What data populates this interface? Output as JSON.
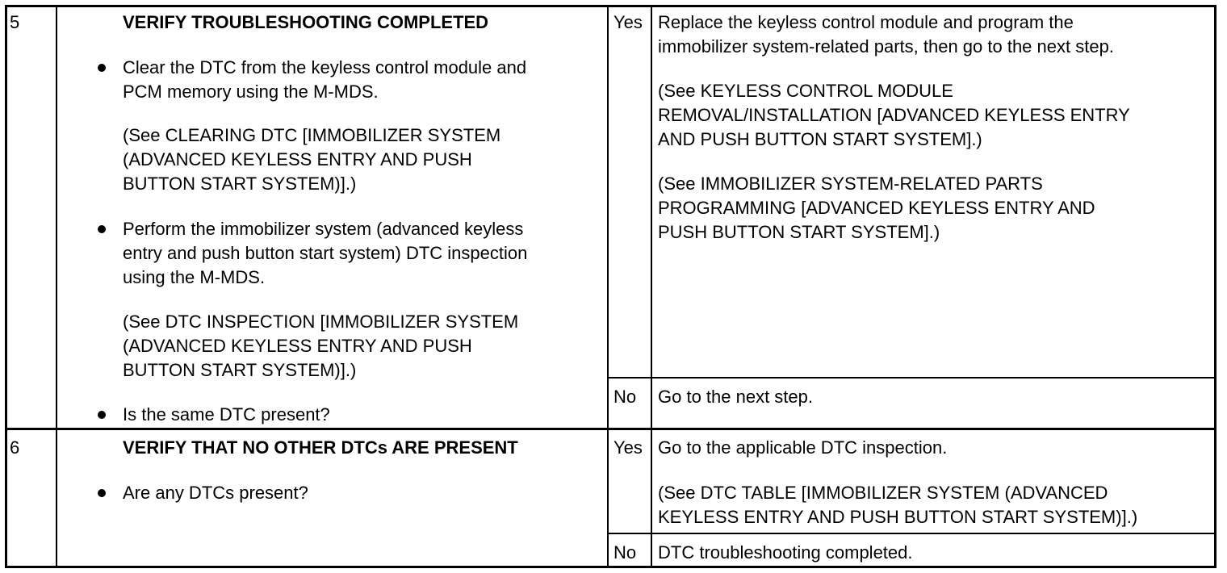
{
  "steps": [
    {
      "number": "5",
      "title": "VERIFY TROUBLESHOOTING COMPLETED",
      "actions": {
        "a1": "Clear the DTC from the keyless control module and",
        "a1b": "PCM memory using the M-MDS.",
        "ref1": [
          "(See CLEARING DTC [IMMOBILIZER SYSTEM",
          "(ADVANCED KEYLESS ENTRY AND PUSH",
          "BUTTON START SYSTEM)].)"
        ],
        "a2": [
          "Perform the immobilizer system (advanced keyless",
          "entry and push button start system) DTC inspection",
          "using the M-MDS."
        ],
        "ref2": [
          "(See DTC INSPECTION [IMMOBILIZER SYSTEM",
          "(ADVANCED KEYLESS ENTRY AND PUSH",
          "BUTTON START SYSTEM)].)"
        ],
        "question": "Is the same DTC present?"
      },
      "yes_label": "Yes",
      "yes_action": [
        "Replace the keyless control module and program the",
        "immobilizer system-related parts, then go to the next step."
      ],
      "yes_ref1": [
        "(See KEYLESS CONTROL MODULE",
        "REMOVAL/INSTALLATION [ADVANCED KEYLESS ENTRY",
        "AND PUSH BUTTON START SYSTEM].)"
      ],
      "yes_ref2": [
        "(See IMMOBILIZER SYSTEM-RELATED PARTS",
        "PROGRAMMING [ADVANCED KEYLESS ENTRY AND",
        "PUSH BUTTON START SYSTEM].)"
      ],
      "no_label": "No",
      "no_action": "Go to the next step."
    },
    {
      "number": "6",
      "title": "VERIFY THAT NO OTHER DTCs ARE PRESENT",
      "question": "Are any DTCs present?",
      "yes_label": "Yes",
      "yes_action": "Go to the applicable DTC inspection.",
      "yes_ref": [
        "(See DTC TABLE [IMMOBILIZER SYSTEM (ADVANCED",
        "KEYLESS ENTRY AND PUSH BUTTON START SYSTEM)].)"
      ],
      "no_label": "No",
      "no_action": "DTC troubleshooting completed."
    }
  ]
}
